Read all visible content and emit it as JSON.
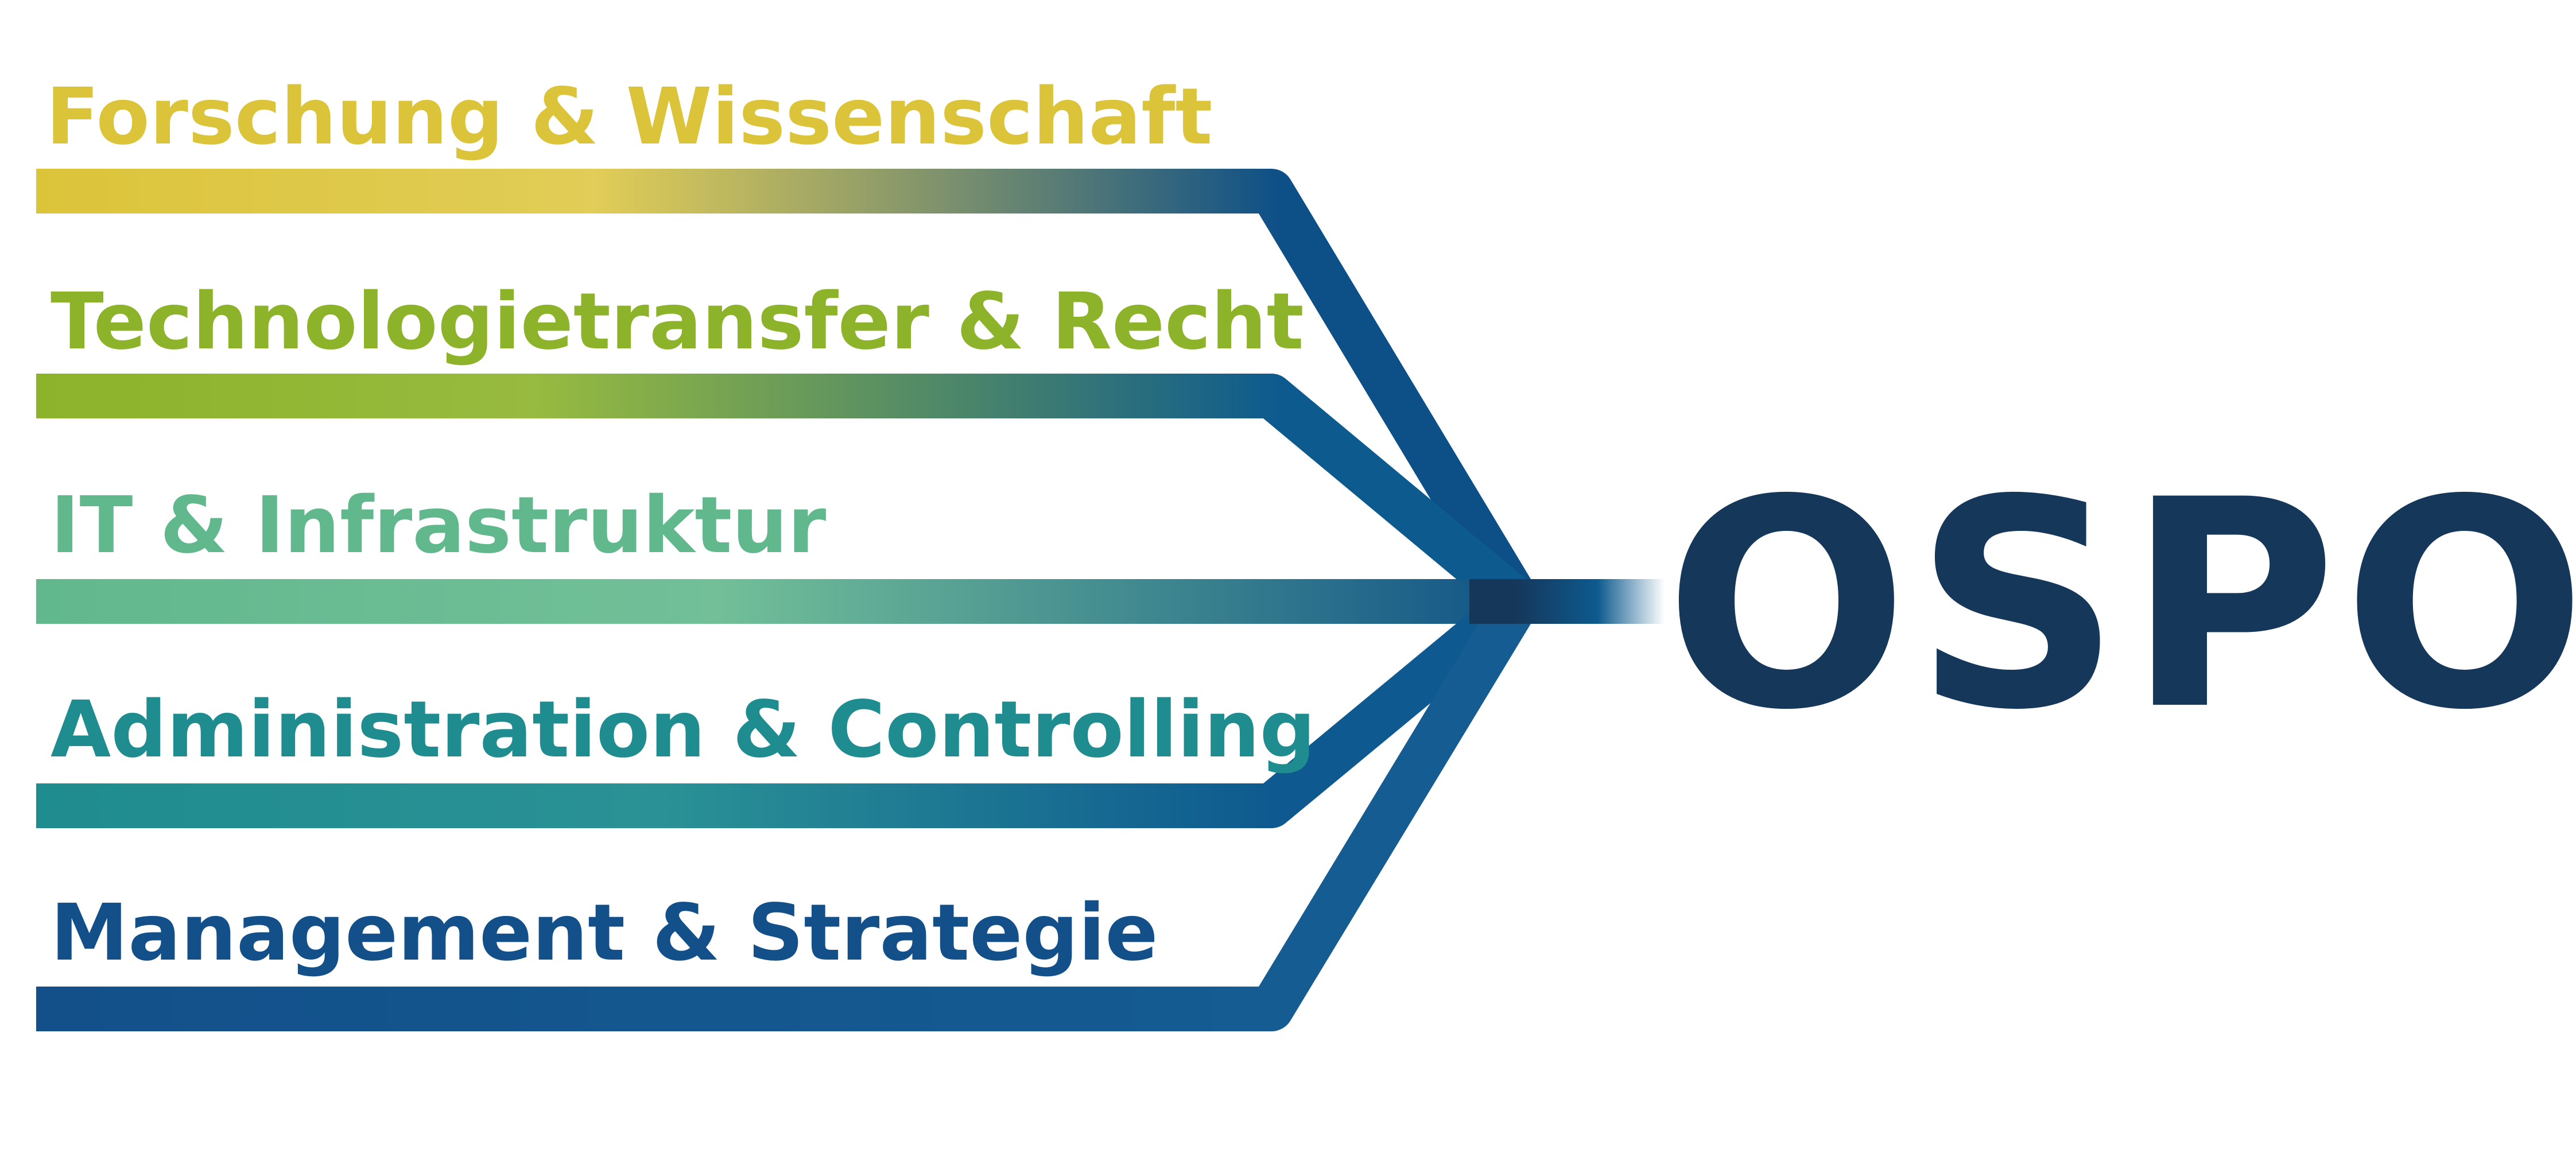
{
  "hub": {
    "label": "OSPO",
    "color": "#15375a"
  },
  "branches": [
    {
      "label": "Forschung & Wissenschaft",
      "color": "#dcc43a",
      "end_color": "#0d4f87"
    },
    {
      "label": "Technologietransfer & Recht",
      "color": "#8cb32a",
      "end_color": "#0d5a8e"
    },
    {
      "label": "IT & Infrastruktur",
      "color": "#62b88d",
      "end_color": "#0d4f87"
    },
    {
      "label": "Administration & Controlling",
      "color": "#1f8c90",
      "end_color": "#0e5990"
    },
    {
      "label": "Management & Strategie",
      "color": "#13508a",
      "end_color": "#145c92"
    }
  ]
}
